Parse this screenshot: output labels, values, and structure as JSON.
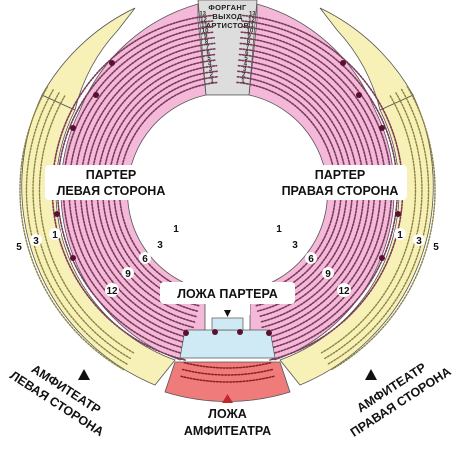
{
  "colors": {
    "parterre_fill": "#f4b8d8",
    "parterre_seat": "#7a3a5a",
    "amphitheatre_fill": "#f7f1b8",
    "amphitheatre_seat": "#8a8340",
    "loge_amphitheatre_fill": "#f07b7b",
    "loge_parterre_fill": "#cfe9f5",
    "outline": "#555555",
    "forgang_fill": "#dddddd"
  },
  "labels": {
    "forgang": [
      "ФОРГАНГ",
      "ВЫХОД",
      "АРТИСТОВ"
    ],
    "parterre_left": [
      "ПАРТЕР",
      "ЛЕВАЯ СТОРОНА"
    ],
    "parterre_right": [
      "ПАРТЕР",
      "ПРАВАЯ СТОРОНА"
    ],
    "loge_parterre": "ЛОЖА ПАРТЕРА",
    "amphitheatre_left": [
      "АМФИТЕАТР",
      "ЛЕВАЯ СТОРОНА"
    ],
    "amphitheatre_right": [
      "АМФИТЕАТР",
      "ПРАВАЯ СТОРОНА"
    ],
    "loge_amphitheatre": [
      "ЛОЖА",
      "АМФИТЕАТРА"
    ]
  },
  "sector_numbers": {
    "parterre_left": [
      "1",
      "3",
      "6",
      "9",
      "12"
    ],
    "parterre_right": [
      "1",
      "3",
      "6",
      "9",
      "12"
    ],
    "amphitheatre_left": [
      "1",
      "3",
      "5"
    ],
    "amphitheatre_right": [
      "1",
      "3",
      "5"
    ]
  },
  "row_numbers": [
    "13",
    "12",
    "11",
    "10",
    "9",
    "8",
    "7",
    "6",
    "5",
    "4",
    "3",
    "2",
    "1"
  ],
  "icons": {
    "entrance_arrow": "arrow-up-icon",
    "seat_marker": "dot-icon"
  }
}
